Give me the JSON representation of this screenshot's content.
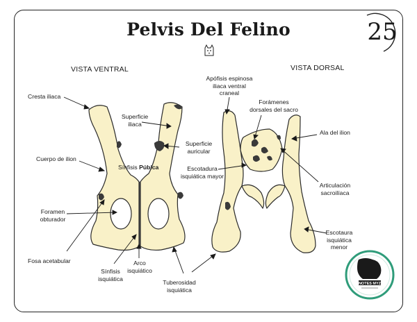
{
  "header": {
    "title": "Pelvis Del Felino",
    "page_number": "25",
    "cat_icon": "cat-face-icon"
  },
  "views": {
    "ventral": "VISTA VENTRAL",
    "dorsal": "VISTA DORSAL"
  },
  "labels_ventral": {
    "cresta_iliaca": "Cresta iliaca",
    "superficie_iliaca_1": "Superficie",
    "superficie_iliaca_2": "iliaca",
    "superficie_auricular_1": "Superficie",
    "superficie_auricular_2": "auricular",
    "cuerpo_ilion": "Cuerpo de ilion",
    "sinfisis_pubica_1": "Sínfisis",
    "sinfisis_pubica_2": "Púbica",
    "foramen_obturador_1": "Foramen",
    "foramen_obturador_2": "obturador",
    "fosa_acetabular": "Fosa acetabular",
    "sinfisis_isquiatica_1": "Sínfisis",
    "sinfisis_isquiatica_2": "isquiática",
    "arco_isquiatico_1": "Arco",
    "arco_isquiatico_2": "isquiático",
    "tuberosidad_1": "Tuberosidad",
    "tuberosidad_2": "isquiática"
  },
  "labels_dorsal": {
    "apofisis_1": "Apófisis espinosa",
    "apofisis_2": "iliaca ventral",
    "apofisis_3": "craneal",
    "foramenes_1": "Forámenes",
    "foramenes_2": "dorsales del sacro",
    "ala_ilion": "Ala del ilion",
    "escotadura_mayor_1": "Escotadura",
    "escotadura_mayor_2": "isquiática mayor",
    "articulacion_1": "Articulación",
    "articulacion_2": "sacroilíaca",
    "escotaura_menor_1": "Escotaura",
    "escotaura_menor_2": "isquiática",
    "escotaura_menor_3": "menor"
  },
  "logo": {
    "text": "NOTES MYZ",
    "ring_color": "#2f9c7a"
  },
  "colors": {
    "bone_fill": "#f9f1c8",
    "bone_stroke": "#2a2a2a",
    "dark_marks": "#3a3a3a"
  }
}
